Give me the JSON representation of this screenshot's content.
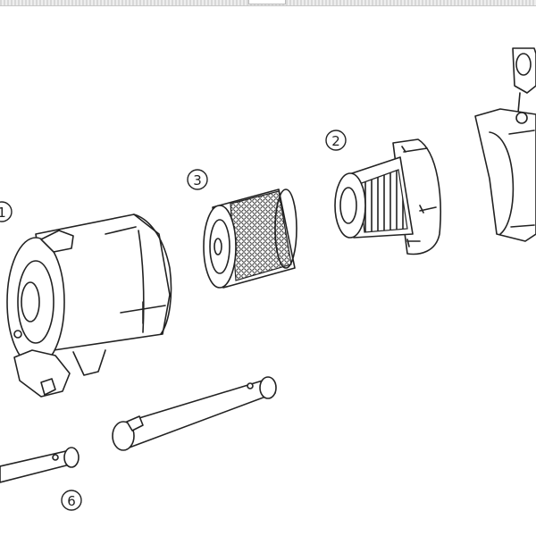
{
  "callouts": [
    {
      "label": "①",
      "text": "1"
    },
    {
      "label": "②",
      "text": "2"
    },
    {
      "label": "③",
      "text": "3"
    },
    {
      "label": "⑥",
      "text": "6"
    }
  ],
  "colors": {
    "line": "#222222",
    "background": "#ffffff"
  }
}
